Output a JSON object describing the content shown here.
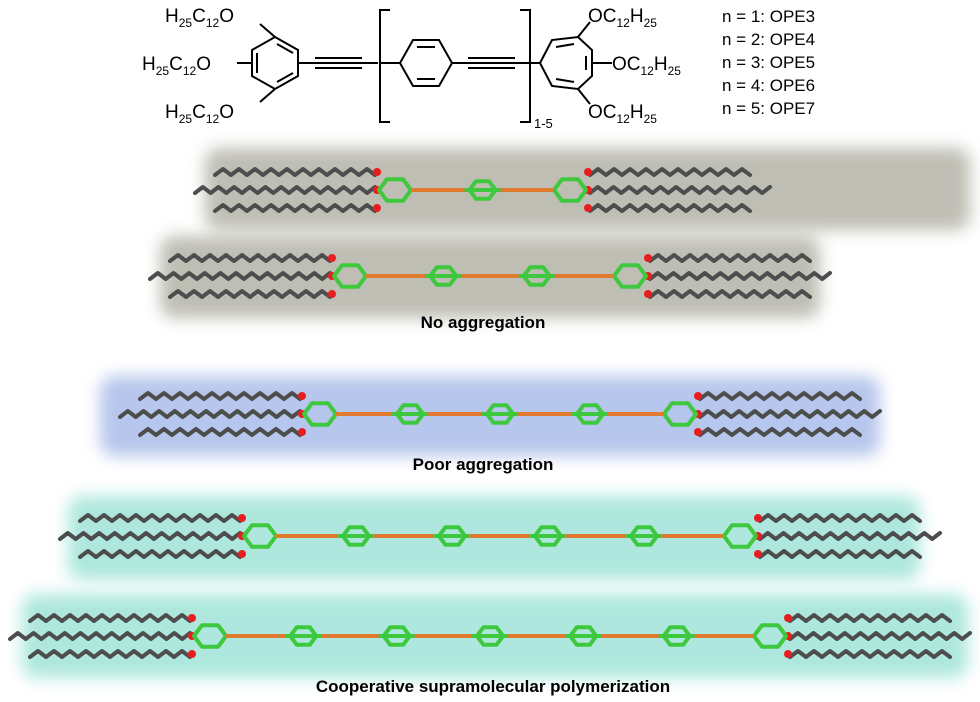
{
  "structure": {
    "left_groups": [
      "H25C12O",
      "H25C12O",
      "H25C12O"
    ],
    "right_groups": [
      "OC12H25",
      "OC12H25",
      "OC12H25"
    ],
    "repeat_subscript": "1-5"
  },
  "legend": [
    {
      "n": "n = 1",
      "name": "OPE3"
    },
    {
      "n": "n = 2",
      "name": "OPE4"
    },
    {
      "n": "n = 3",
      "name": "OPE5"
    },
    {
      "n": "n = 4",
      "name": "OPE6"
    },
    {
      "n": "n = 5",
      "name": "OPE7"
    }
  ],
  "captions": {
    "no_aggregation": "No aggregation",
    "poor_aggregation": "Poor aggregation",
    "cooperative": "Cooperative supramolecular polymerization"
  },
  "models": [
    {
      "label": "OPE3",
      "rings": 1,
      "glow": "gray"
    },
    {
      "label": "OPE4",
      "rings": 2,
      "glow": "gray"
    },
    {
      "label": "OPE5",
      "rings": 3,
      "glow": "blue"
    },
    {
      "label": "OPE6",
      "rings": 4,
      "glow": "teal"
    },
    {
      "label": "OPE7",
      "rings": 5,
      "glow": "teal"
    }
  ],
  "colors": {
    "carbon_chain": "#4d4d4d",
    "aromatic": "#3ec83e",
    "alkyne": "#e07a2e",
    "oxygen": "#e81e1e",
    "glow_gray": "#a9a99b",
    "glow_blue": "#9fb3e6",
    "glow_teal": "#93e0d2"
  }
}
